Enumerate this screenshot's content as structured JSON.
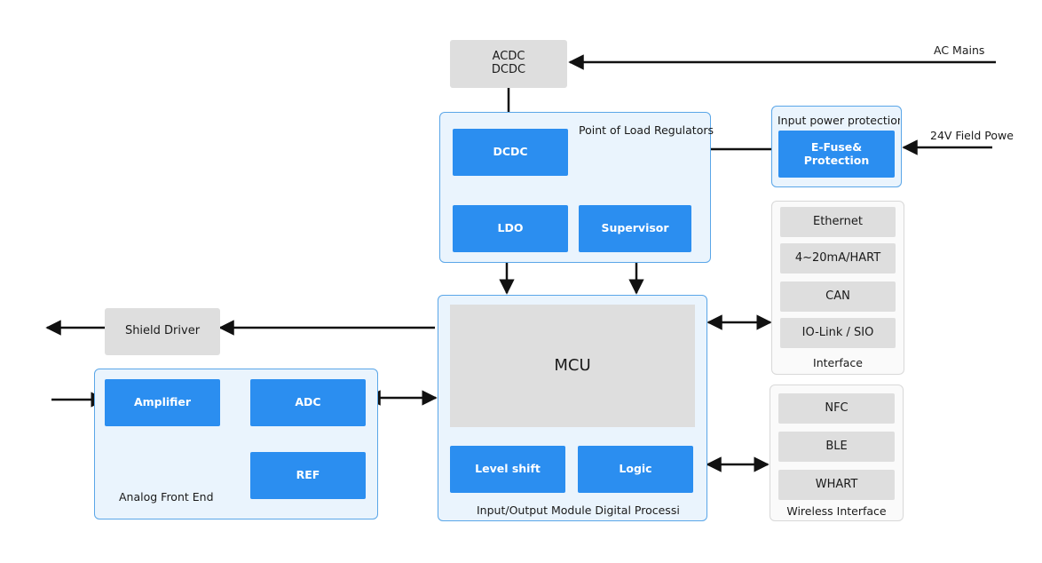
{
  "inputs": {
    "ac_mains": "AC Mains",
    "field_power": "24V Field Powe"
  },
  "acdc_block": "ACDC\nDCDC",
  "pol_group": {
    "title": "Point of Load Regulators",
    "dcdc": "DCDC",
    "ldo": "LDO",
    "supervisor": "Supervisor"
  },
  "input_protection_group": {
    "title": "Input power protection",
    "efuse": "E-Fuse&\nProtection"
  },
  "interface_group": {
    "title": "Interface",
    "items": [
      "Ethernet",
      "4~20mA/HART",
      "CAN",
      "IO-Link / SIO"
    ]
  },
  "wireless_group": {
    "title": "Wireless Interface",
    "items": [
      "NFC",
      "BLE",
      "WHART"
    ]
  },
  "shield_driver": "Shield Driver",
  "afe_group": {
    "title": "Analog Front End",
    "amplifier": "Amplifier",
    "adc": "ADC",
    "ref": "REF"
  },
  "digital_group": {
    "title": "Input/Output Module Digital Processi",
    "mcu": "MCU",
    "level_shift": "Level shift",
    "logic": "Logic"
  }
}
